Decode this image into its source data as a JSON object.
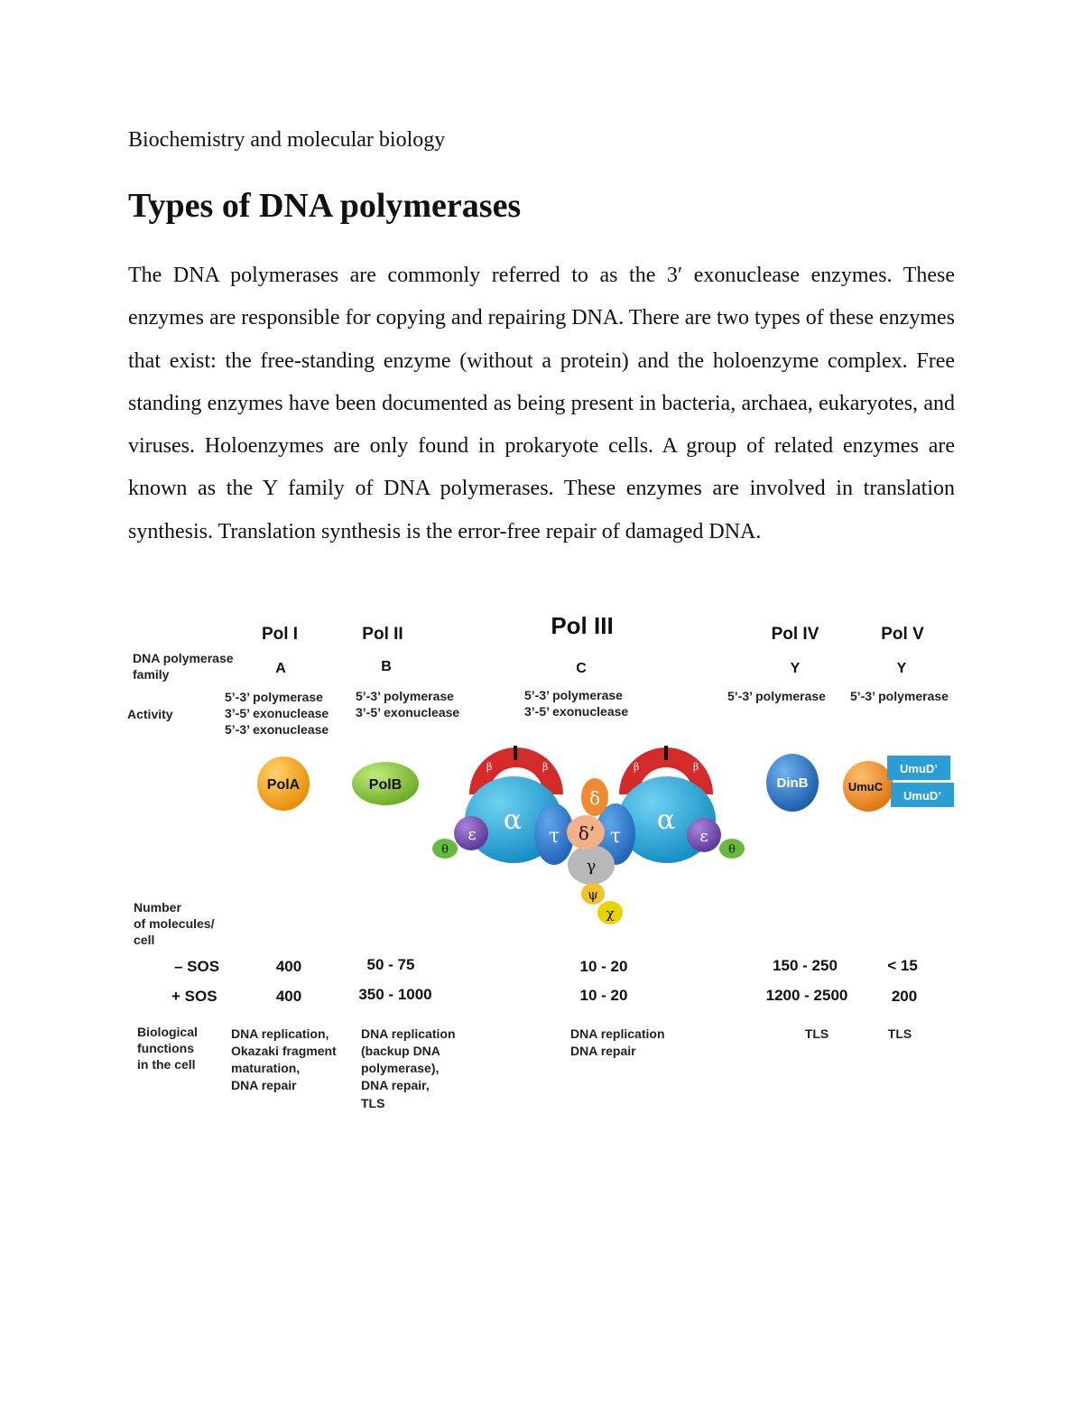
{
  "doc": {
    "subject": "Biochemistry and molecular biology",
    "title": "Types of DNA polymerases",
    "paragraph": "The DNA polymerases are commonly referred to as the 3′ exonuclease enzymes. These enzymes are responsible for copying and repairing DNA. There are two types of these enzymes that exist: the free-standing enzyme (without a protein) and the holoenzyme complex. Free standing enzymes have been documented as being present in bacteria, archaea, eukaryotes, and viruses. Holoenzymes are only found in prokaryote cells. A group of related enzymes are known as the Y family of DNA polymerases. These enzymes are involved in translation synthesis. Translation synthesis is the error-free repair of damaged DNA."
  },
  "figure": {
    "row_labels": {
      "family": [
        "DNA polymerase",
        "family"
      ],
      "activity": "Activity",
      "molecules": [
        "Number",
        "of molecules/",
        "cell"
      ],
      "minus_sos": "– SOS",
      "plus_sos": "+ SOS",
      "functions": [
        "Biological",
        "functions",
        "in the cell"
      ]
    },
    "columns": [
      {
        "header": "Pol I",
        "family": "A",
        "activity": [
          "5’-3’ polymerase",
          "3’-5’ exonuclease",
          "5’-3’ exonuclease"
        ],
        "protein": "PolA",
        "minus_sos": "400",
        "plus_sos": "400",
        "functions": [
          "DNA replication,",
          "Okazaki fragment",
          "maturation,",
          "DNA repair"
        ]
      },
      {
        "header": "Pol II",
        "family": "B",
        "activity": [
          "5’-3’ polymerase",
          "3’-5’ exonuclease"
        ],
        "protein": "PolB",
        "minus_sos": "50 - 75",
        "plus_sos": "350 - 1000",
        "functions": [
          "DNA replication",
          "(backup DNA",
          "polymerase),",
          "DNA repair,",
          "TLS"
        ]
      },
      {
        "header": "Pol III",
        "family": "C",
        "activity": [
          "5’-3’ polymerase",
          "3’-5’ exonuclease"
        ],
        "minus_sos": "10 - 20",
        "plus_sos": "10 - 20",
        "functions": [
          "DNA replication",
          "DNA repair"
        ]
      },
      {
        "header": "Pol IV",
        "family": "Y",
        "activity": [
          "5’-3’ polymerase"
        ],
        "protein": "DinB",
        "minus_sos": "150 - 250",
        "plus_sos": "1200 - 2500",
        "functions": [
          "TLS"
        ]
      },
      {
        "header": "Pol V",
        "family": "Y",
        "activity": [
          "5’-3’ polymerase"
        ],
        "protein": "UmuC",
        "protein2": "UmuD’",
        "minus_sos": "< 15",
        "plus_sos": "200",
        "functions": [
          "TLS"
        ]
      }
    ],
    "holoenzyme": {
      "alpha": "α",
      "tau": "τ",
      "epsilon": "ε",
      "theta": "θ",
      "beta": "β",
      "delta": "δ",
      "delta_prime": "δ’",
      "gamma": "γ",
      "psi": "ψ",
      "chi": "χ"
    },
    "colors": {
      "polA": "#f0a010",
      "polB": "#8cc63f",
      "dinB": "#2e75c8",
      "umuC": "#f08a1e",
      "umuD": "#2a9fd6",
      "alpha": "#2aa9d8",
      "tau": "#2f7fd2",
      "epsilon": "#7a4fb8",
      "theta": "#66bb3a",
      "beta": "#d42a2a",
      "delta": "#f08a30",
      "delta_prime": "#f5b088",
      "gamma": "#b8b8b8",
      "psi": "#f2c22a",
      "chi": "#e8d400"
    }
  }
}
